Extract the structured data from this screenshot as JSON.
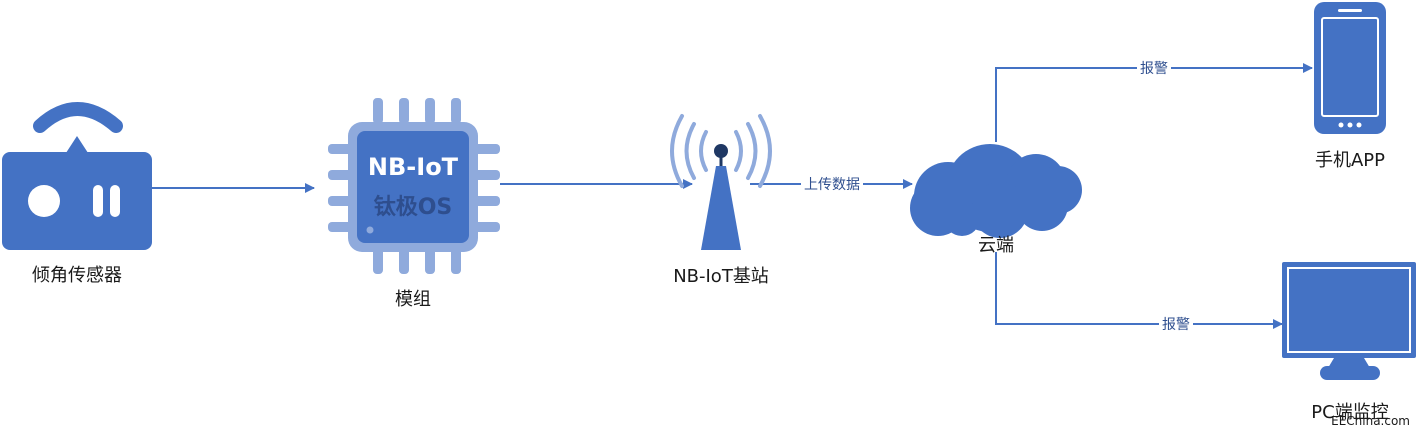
{
  "nodes": {
    "sensor": {
      "label": "倾角传感器"
    },
    "module": {
      "label": "模组",
      "chip_line1": "NB-IoT",
      "chip_line2": "钛极OS"
    },
    "station": {
      "label": "NB-IoT基站"
    },
    "cloud": {
      "label": "云端"
    },
    "phone": {
      "label": "手机APP"
    },
    "pc": {
      "label": "PC端监控"
    }
  },
  "edges": {
    "upload": {
      "label": "上传数据"
    },
    "alarm_phone": {
      "label": "报警"
    },
    "alarm_pc": {
      "label": "报警"
    }
  },
  "watermark": "EEChina.com",
  "colors": {
    "primary": "#4472c4",
    "primary_light": "#8faadc",
    "line": "#4472c4",
    "chip_border": "#3a5fa8",
    "white": "#ffffff"
  }
}
